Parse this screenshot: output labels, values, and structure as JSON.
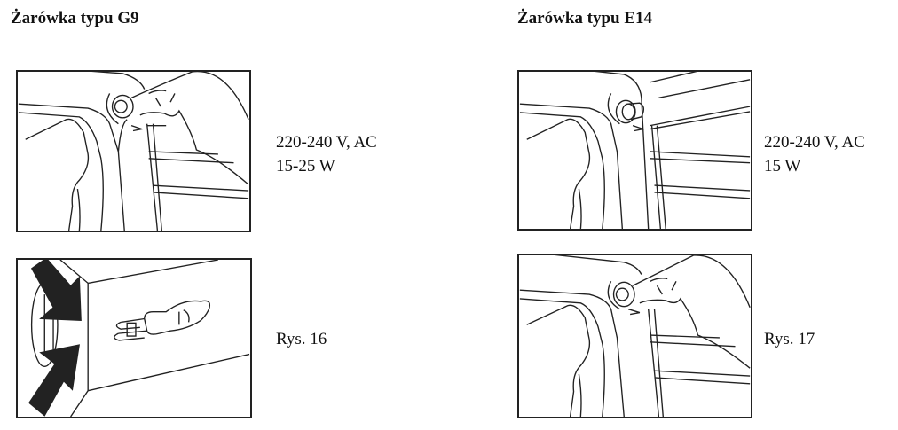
{
  "left": {
    "title": "Żarówka typu G9",
    "spec_voltage": "220-240 V, AC",
    "spec_power": "15-25 W",
    "caption": "Rys. 16"
  },
  "right": {
    "title": "Żarówka typu E14",
    "spec_voltage": "220-240 V, AC",
    "spec_power": "15 W",
    "caption": "Rys. 17"
  }
}
